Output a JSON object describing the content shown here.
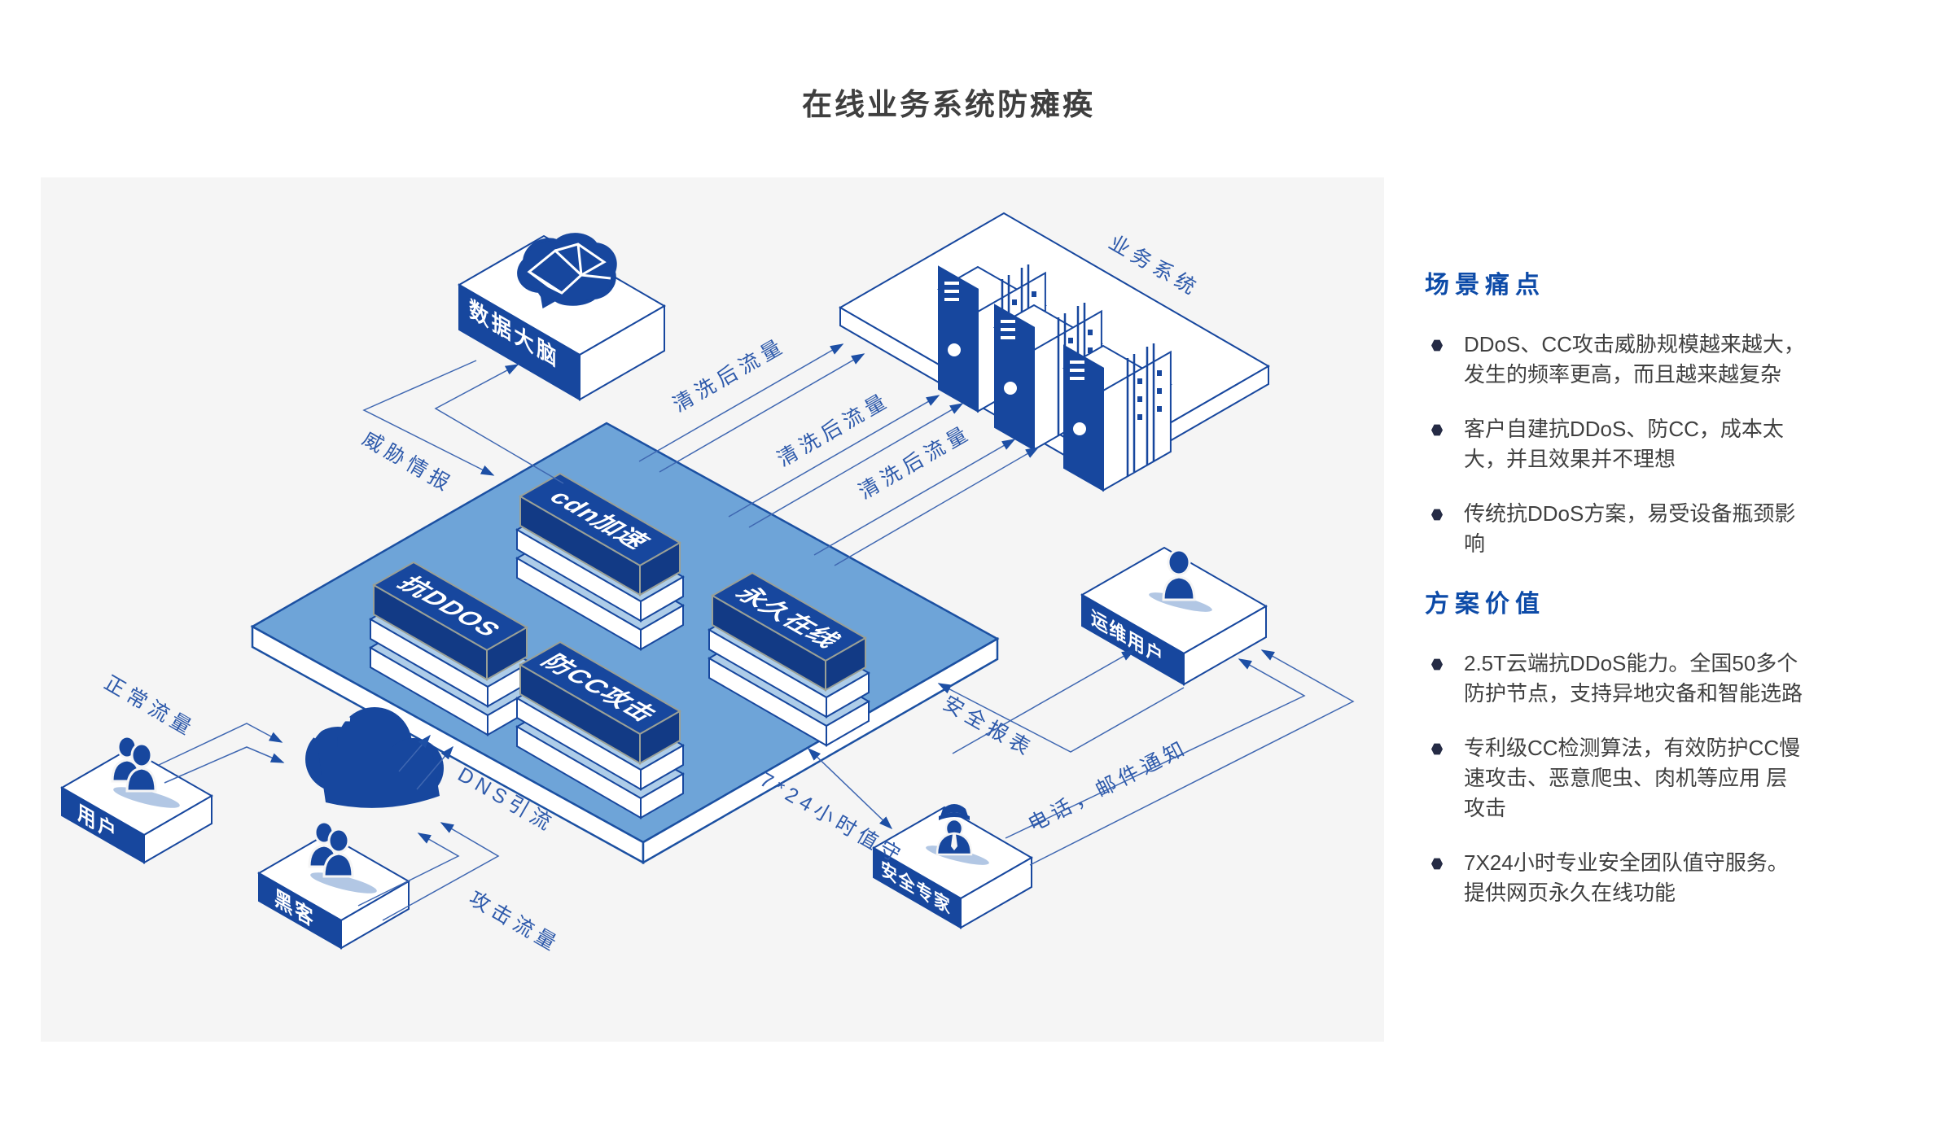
{
  "page": {
    "title": "在线业务系统防瘫痪"
  },
  "diagram": {
    "nodes": {
      "data_brain": "数据大脑",
      "business_system": "业务系统",
      "cdn": "cdn加速",
      "anti_ddos": "抗DDOS",
      "always_online": "永久在线",
      "anti_cc": "防CC攻击",
      "user": "用户",
      "hacker": "黑客",
      "ops_user": "运维用户",
      "security_expert": "安全专家"
    },
    "flows": {
      "threat_intel": "威胁情报",
      "cleaned_traffic": "清洗后流量",
      "normal_traffic": "正常流量",
      "dns_redirect": "DNS引流",
      "attack_traffic": "攻击流量",
      "security_report": "安全报表",
      "duty_724": "7*24小时值守",
      "notify": "电话，邮件通知"
    },
    "icons": [
      "brain-icon",
      "server-icon",
      "cloud-icon",
      "users-icon",
      "hacker-users-icon",
      "person-icon",
      "officer-icon"
    ],
    "colors": {
      "accent_blue": "#0d4ba8",
      "dark_blue": "#17479e",
      "platform_blue": "#6ea4d8",
      "layer_light_blue": "#aecde9",
      "label_blue": "#2e5aab",
      "panel_bg": "#f5f5f5",
      "text_dark": "#404040",
      "bullet_navy": "#252b45"
    }
  },
  "panel": {
    "pain_title": "场景痛点",
    "pain_points": [
      "DDoS、CC攻击威胁规模越来越大，发生的频率更高，而且越来越复杂",
      "客户自建抗DDoS、防CC，成本太大，并且效果并不理想",
      "传统抗DDoS方案，易受设备瓶颈影响"
    ],
    "value_title": "方案价值",
    "values": [
      "2.5T云端抗DDoS能力。全国50多个防护节点，支持异地灾备和智能选路",
      "专利级CC检测算法，有效防护CC慢速攻击、恶意爬虫、肉机等应用 层攻击",
      "7X24小时专业安全团队值守服务。提供网页永久在线功能"
    ]
  }
}
